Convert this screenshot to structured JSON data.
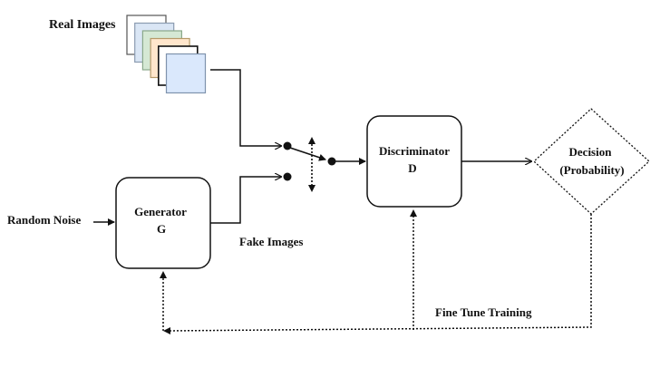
{
  "labels": {
    "real_images": "Real Images",
    "fake_images": "Fake Images",
    "random_noise": "Random Noise",
    "generator_line1": "Generator",
    "generator_line2": "G",
    "discriminator_line1": "Discriminator",
    "discriminator_line2": "D",
    "decision_line1": "Decision",
    "decision_line2": "(Probability)",
    "fine_tune": "Fine Tune Training"
  },
  "image_stack_colors": [
    "#ffffff",
    "#dae6f5",
    "#d5e8d4",
    "#ffe6cc",
    "#ffffff",
    "#dae8fc"
  ],
  "image_stack_borders": [
    "#555555",
    "#8a9bb0",
    "#8aa88a",
    "#b59a6a",
    "#111111",
    "#7f93ad"
  ],
  "colors": {
    "line": "#111111",
    "text": "#111111"
  }
}
